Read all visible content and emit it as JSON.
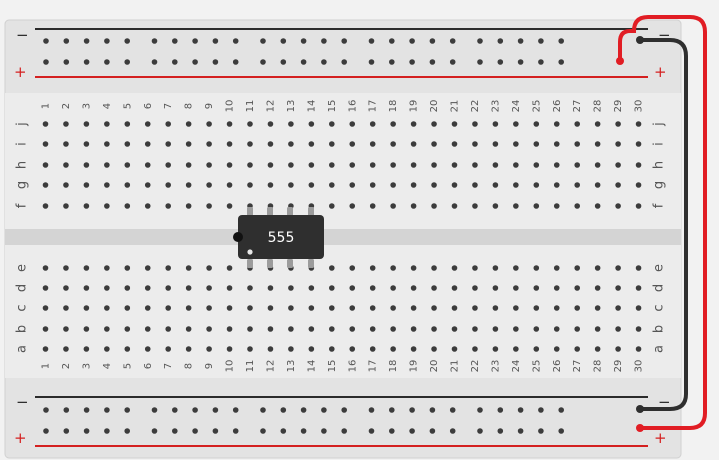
{
  "breadboard": {
    "column_numbers": [
      "1",
      "2",
      "3",
      "4",
      "5",
      "6",
      "7",
      "8",
      "9",
      "10",
      "11",
      "12",
      "13",
      "14",
      "15",
      "16",
      "17",
      "18",
      "19",
      "20",
      "21",
      "22",
      "23",
      "24",
      "25",
      "26",
      "27",
      "28",
      "29",
      "30"
    ],
    "top_rows": [
      "j",
      "i",
      "h",
      "g",
      "f"
    ],
    "bottom_rows": [
      "e",
      "d",
      "c",
      "b",
      "a"
    ],
    "rails": {
      "negative_symbol": "−",
      "positive_symbol": "+",
      "negative_color": "#2b2b2b",
      "positive_color": "#d42020"
    }
  },
  "chip": {
    "label": "555",
    "body_color": "#2f2f2f",
    "pin_color": "#9c9c9c"
  },
  "wires": [
    {
      "name": "red-jumper-wire",
      "color": "#e11d24"
    },
    {
      "name": "black-jumper-wire",
      "color": "#2f2f2f"
    }
  ]
}
